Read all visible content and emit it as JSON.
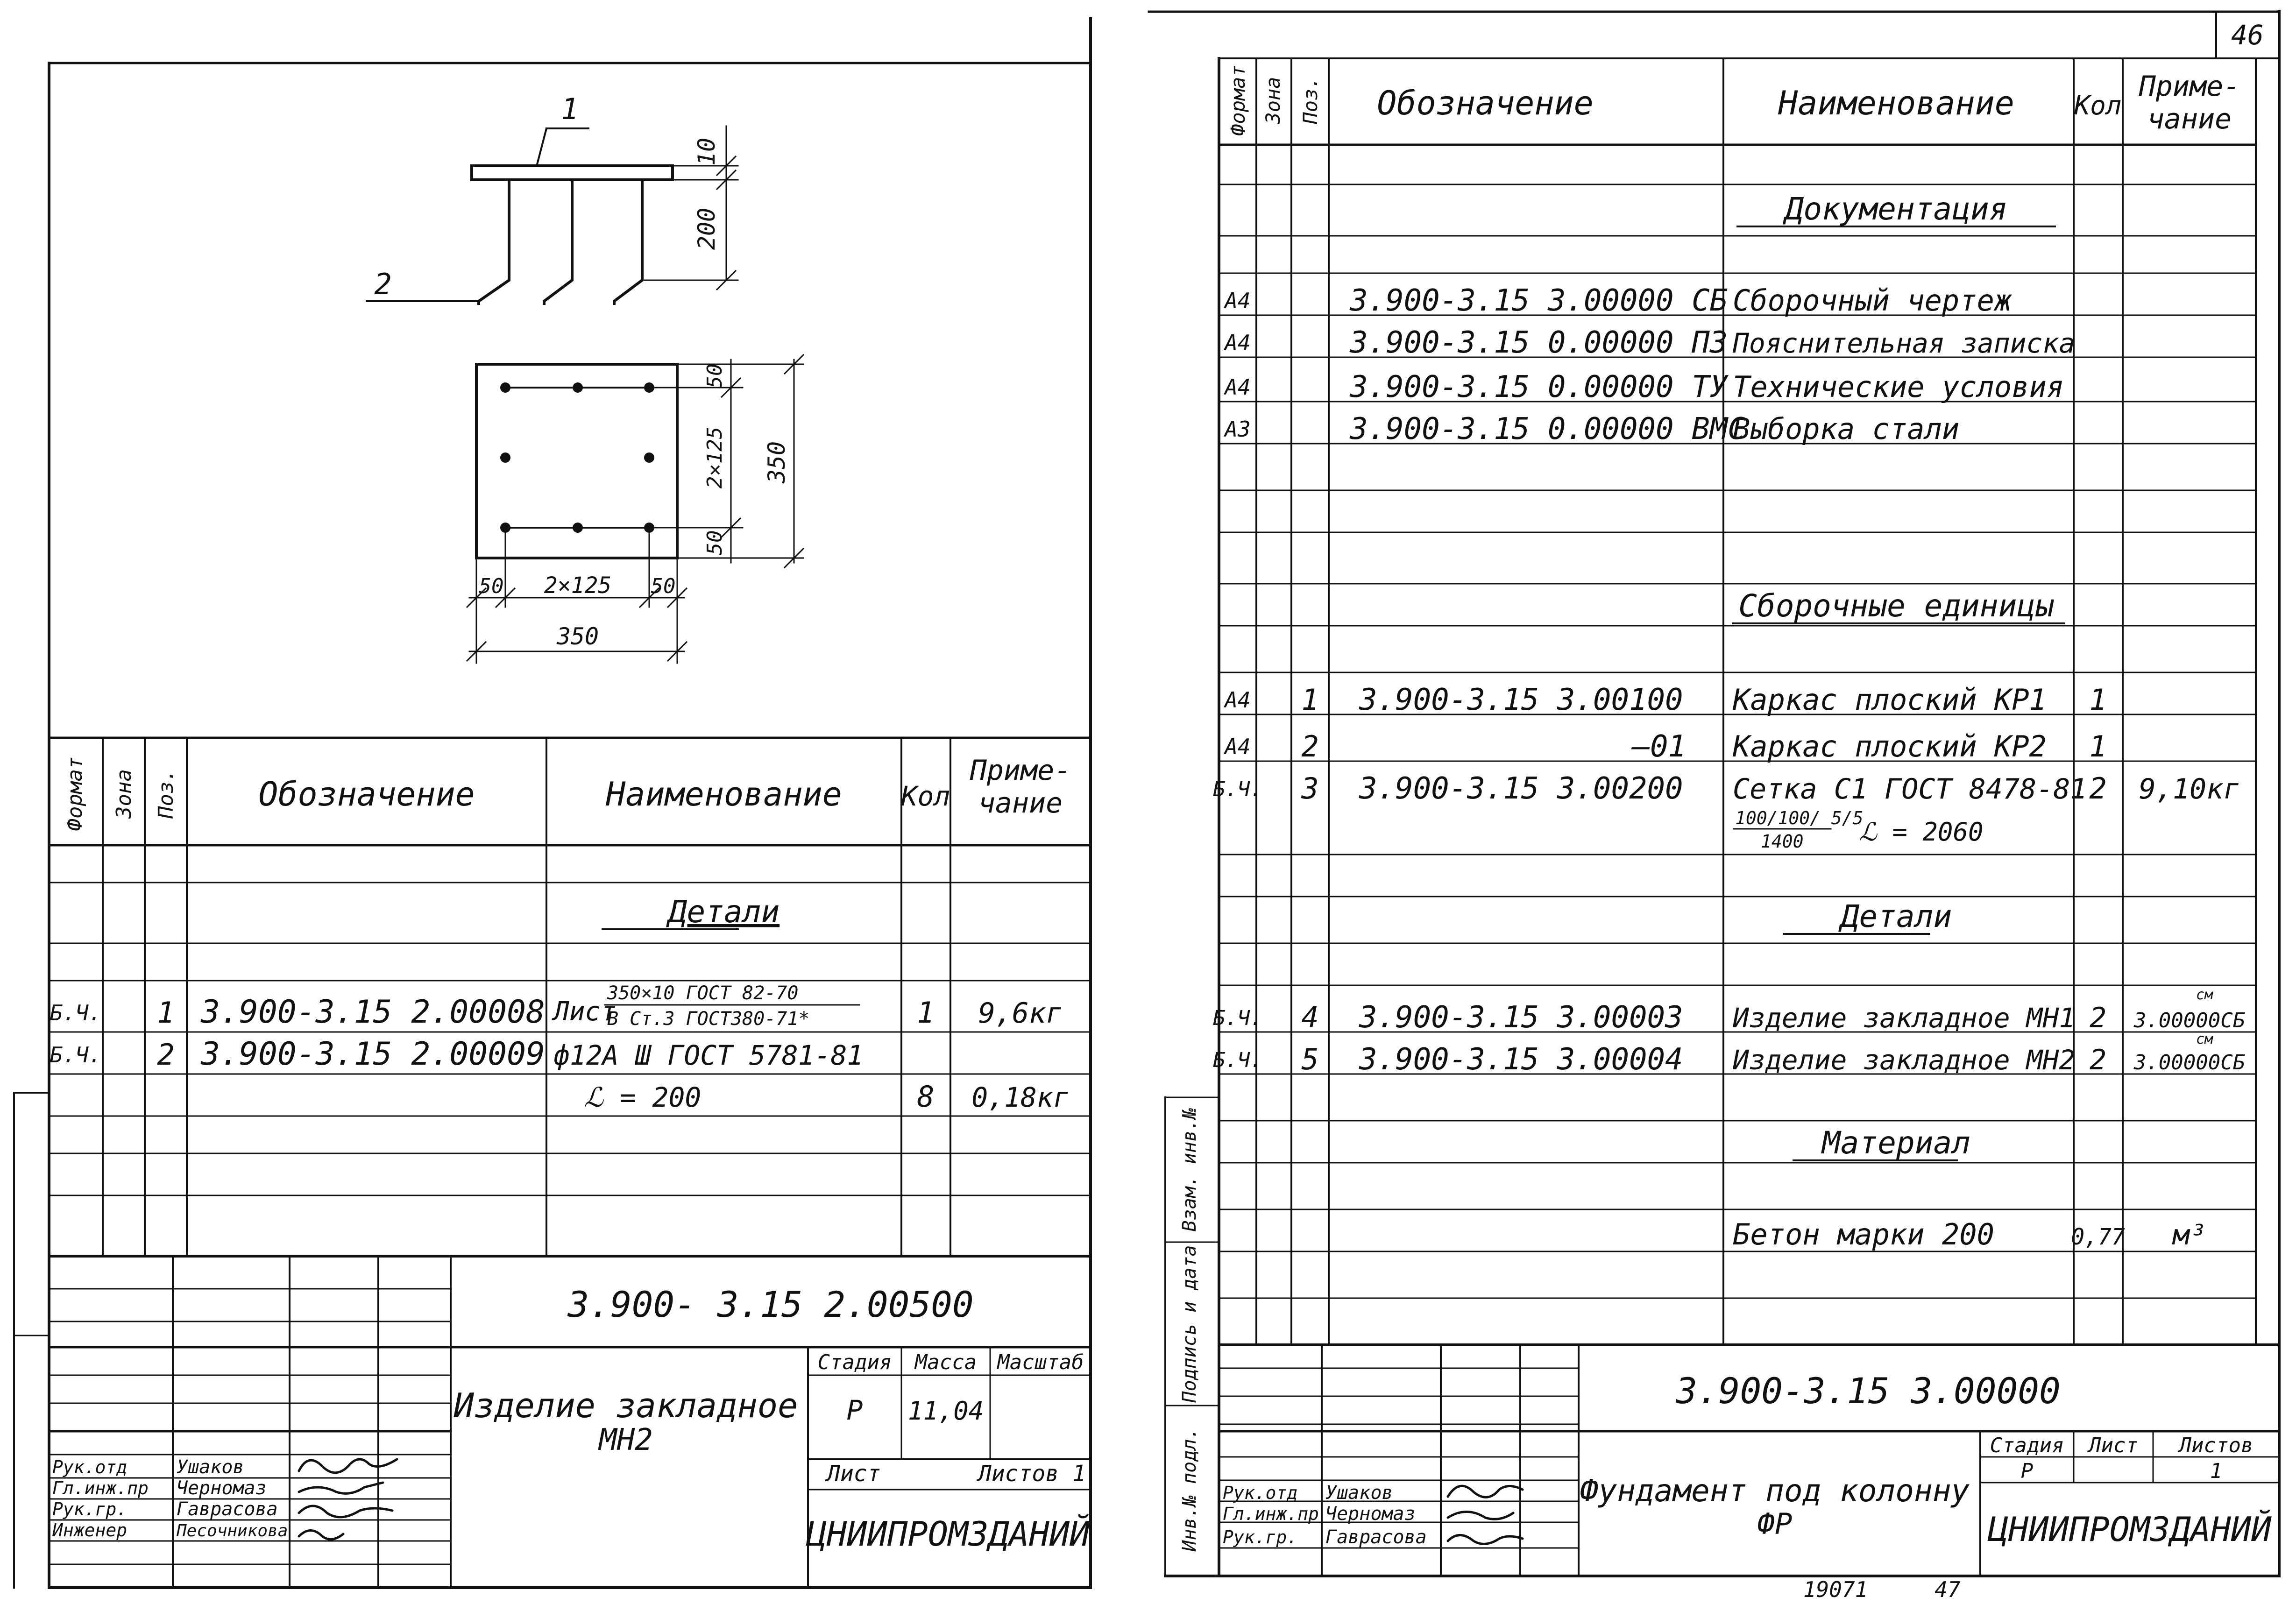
{
  "sheet_number_top": "46",
  "bottom_numbers": [
    "19071",
    "47"
  ],
  "left_sheet": {
    "drawing": {
      "callout_1": "1",
      "callout_2": "2",
      "dim_10": "10",
      "dim_200": "200",
      "dim_50_top": "50",
      "dim_2x125_v": "2×125",
      "dim_50_bottom": "50",
      "dim_350_v": "350",
      "dim_50_left": "50",
      "dim_2x125_h": "2×125",
      "dim_50_right": "50",
      "dim_350_h": "350"
    },
    "spec": {
      "header": {
        "format": "Формат",
        "zone": "Зона",
        "pos": "Поз.",
        "designation": "Обозначение",
        "name": "Наименование",
        "qty": "Кол",
        "note": "Приме-\nчание"
      },
      "section_details": "Детали",
      "rows": [
        {
          "format": "Б.Ч.",
          "pos": "1",
          "designation": "3.900-3.15  2.00008",
          "name_top": "350×10 ГОСТ 82-70",
          "name_prefix": "Лист",
          "name_bottom": "В Ст.3 ГОСТ380-71*",
          "qty": "1",
          "note": "9,6кг"
        },
        {
          "format": "Б.Ч.",
          "pos": "2",
          "designation": "3.900-3.15  2.00009",
          "name": "ф12А Ш  ГОСТ 5781-81",
          "qty": "",
          "note": ""
        },
        {
          "format": "",
          "pos": "",
          "designation": "",
          "name": "ℒ = 200",
          "qty": "8",
          "note": "0,18кг"
        }
      ]
    },
    "title_block": {
      "code": "3.900- 3.15  2.00500",
      "title_line1": "Изделие закладное",
      "title_line2": "МН2",
      "stage_label": "Стадия",
      "mass_label": "Масса",
      "scale_label": "Масштаб",
      "stage": "Р",
      "mass": "11,04",
      "sheet_label": "Лист",
      "sheets_label": "Листов 1",
      "org": "ЦНИИПРОМЗДАНИЙ",
      "people": [
        {
          "role": "Рук.отд",
          "name": "Ушаков"
        },
        {
          "role": "Гл.инж.пр",
          "name": "Черномаз"
        },
        {
          "role": "Рук.гр.",
          "name": "Гаврасова"
        },
        {
          "role": "Инженер",
          "name": "Песочникова"
        }
      ]
    }
  },
  "right_sheet": {
    "spec": {
      "header": {
        "format": "Формат",
        "zone": "Зона",
        "pos": "Поз.",
        "designation": "Обозначение",
        "name": "Наименование",
        "qty": "Кол",
        "note": "Приме-\nчание"
      },
      "sections": {
        "documentation": "Документация",
        "assembly_units": "Сборочные единицы",
        "details": "Детали",
        "material": "Материал"
      },
      "doc_rows": [
        {
          "format": "А4",
          "designation": "3.900-3.15  3.00000 СБ",
          "name": "Сборочный чертеж"
        },
        {
          "format": "А4",
          "designation": "3.900-3.15  0.00000 ПЗ",
          "name": "Пояснительная записка"
        },
        {
          "format": "А4",
          "designation": "3.900-3.15  0.00000 ТУ",
          "name": "Технические условия"
        },
        {
          "format": "А3",
          "designation": "3.900-3.15  0.00000 ВМС",
          "name": "Выборка стали"
        }
      ],
      "assembly_rows": [
        {
          "format": "А4",
          "pos": "1",
          "designation": "3.900-3.15  3.00100",
          "name": "Каркас плоский КР1",
          "qty": "1",
          "note": ""
        },
        {
          "format": "А4",
          "pos": "2",
          "designation": "—01",
          "name": "Каркас плоский КР2",
          "qty": "1",
          "note": ""
        },
        {
          "format": "Б.Ч.",
          "pos": "3",
          "designation": "3.900-3.15  3.00200",
          "name": "Сетка С1 ГОСТ 8478-81",
          "name_sub": "100/100/ 5/5",
          "name_sub2": "1400",
          "name_len": "ℒ = 2060",
          "qty": "2",
          "note": "9,10кг"
        }
      ],
      "detail_rows": [
        {
          "format": "Б.Ч.",
          "pos": "4",
          "designation": "3.900-3.15  3.00003",
          "name": "Изделие закладное МН1",
          "qty": "2",
          "note_small": "см",
          "note": "3.00000СБ"
        },
        {
          "format": "Б.Ч.",
          "pos": "5",
          "designation": "3.900-3.15  3.00004",
          "name": "Изделие закладное МН2",
          "qty": "2",
          "note_small": "см",
          "note": "3.00000СБ"
        }
      ],
      "material_row": {
        "name": "Бетон марки 200",
        "qty": "0,77",
        "note": "м³"
      }
    },
    "side_labels": [
      "Инв.№ подл.",
      "Подпись и дата",
      "Взам. инв.№"
    ],
    "title_block": {
      "code": "3.900-3.15  3.00000",
      "title_line1": "Фундамент под колонну",
      "title_line2": "ФР",
      "stage_label": "Стадия",
      "sheet_label": "Лист",
      "sheets_label": "Листов",
      "stage": "Р",
      "sheets": "1",
      "org": "ЦНИИПРОМЗДАНИЙ",
      "people": [
        {
          "role": "Рук.отд",
          "name": "Ушаков"
        },
        {
          "role": "Гл.инж.пр",
          "name": "Черномаз"
        },
        {
          "role": "Рук.гр.",
          "name": "Гаврасова"
        }
      ]
    }
  }
}
